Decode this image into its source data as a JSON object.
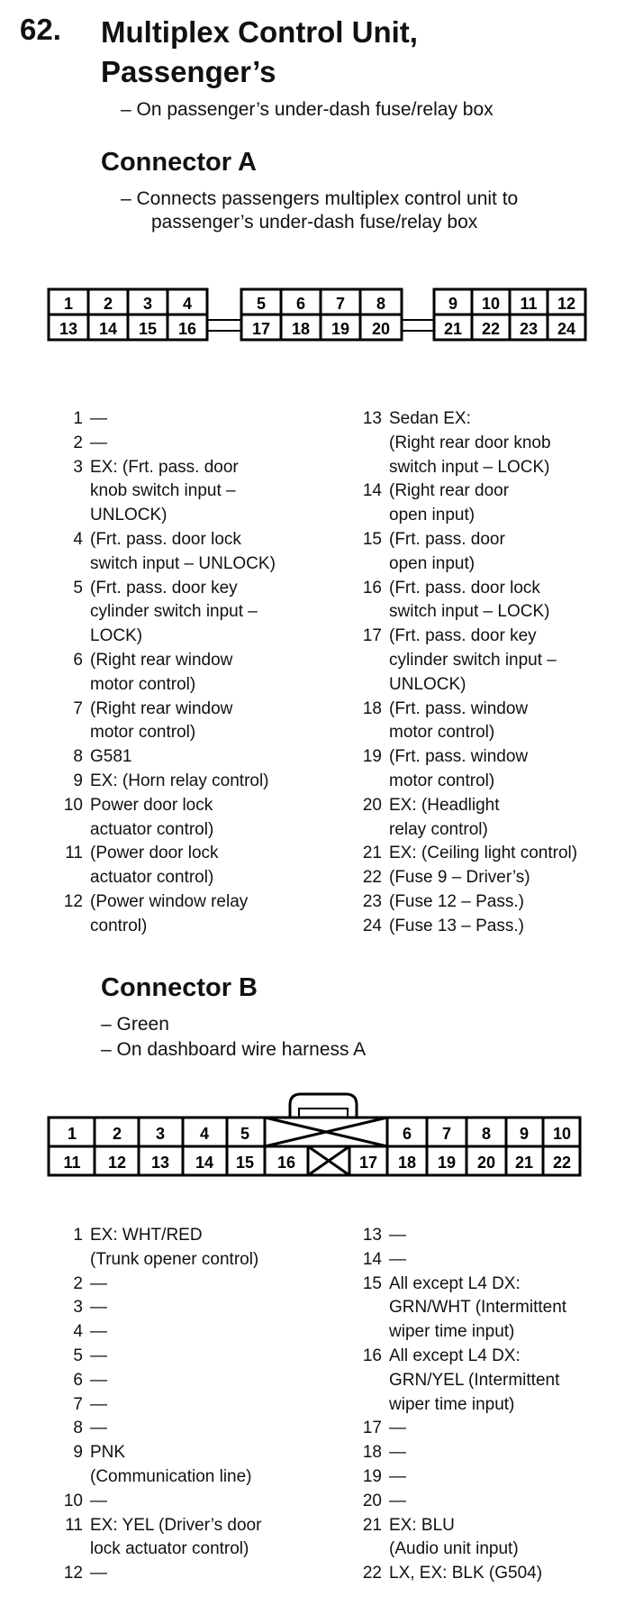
{
  "header": {
    "number": "62.",
    "title_line1": "Multiplex Control Unit,",
    "title_line2": "Passenger’s",
    "location": "– On passenger’s under-dash fuse/relay box"
  },
  "connector_a": {
    "heading": "Connector A",
    "desc_line1": "– Connects passengers multiplex control unit to",
    "desc_line2": "passenger’s under-dash fuse/relay box",
    "pins_left": [
      {
        "n": "1",
        "t": "—"
      },
      {
        "n": "2",
        "t": "—"
      },
      {
        "n": "3",
        "t": "EX: (Frt. pass. door\nknob switch input –\nUNLOCK)"
      },
      {
        "n": "4",
        "t": "(Frt. pass. door lock\nswitch input – UNLOCK)"
      },
      {
        "n": "5",
        "t": "(Frt. pass. door key\ncylinder switch input –\nLOCK)"
      },
      {
        "n": "6",
        "t": "(Right rear window\nmotor control)"
      },
      {
        "n": "7",
        "t": "(Right rear window\nmotor control)"
      },
      {
        "n": "8",
        "t": "G581"
      },
      {
        "n": "9",
        "t": "EX: (Horn relay control)"
      },
      {
        "n": "10",
        "t": "Power door lock\nactuator control)"
      },
      {
        "n": "11",
        "t": "(Power door lock\nactuator control)"
      },
      {
        "n": "12",
        "t": "(Power window relay\ncontrol)"
      }
    ],
    "pins_right": [
      {
        "n": "13",
        "t": "Sedan EX:\n(Right rear door knob\nswitch input – LOCK)"
      },
      {
        "n": "14",
        "t": "(Right rear door\nopen input)"
      },
      {
        "n": "15",
        "t": "(Frt. pass. door\nopen input)"
      },
      {
        "n": "16",
        "t": "(Frt. pass. door lock\nswitch input – LOCK)"
      },
      {
        "n": "17",
        "t": "(Frt. pass. door key\ncylinder switch input –\nUNLOCK)"
      },
      {
        "n": "18",
        "t": "(Frt. pass. window\nmotor control)"
      },
      {
        "n": "19",
        "t": "(Frt. pass. window\nmotor control)"
      },
      {
        "n": "20",
        "t": "EX: (Headlight\nrelay control)"
      },
      {
        "n": "21",
        "t": "EX: (Ceiling light control)"
      },
      {
        "n": "22",
        "t": "(Fuse 9 – Driver’s)"
      },
      {
        "n": "23",
        "t": "(Fuse 12 – Pass.)"
      },
      {
        "n": "24",
        "t": "(Fuse 13 – Pass.)"
      }
    ],
    "diagram_labels": {
      "p1": "1",
      "p2": "2",
      "p3": "3",
      "p4": "4",
      "p5": "5",
      "p6": "6",
      "p7": "7",
      "p8": "8",
      "p9": "9",
      "p10": "10",
      "p11": "11",
      "p12": "12",
      "p13": "13",
      "p14": "14",
      "p15": "15",
      "p16": "16",
      "p17": "17",
      "p18": "18",
      "p19": "19",
      "p20": "20",
      "p21": "21",
      "p22": "22",
      "p23": "23",
      "p24": "24"
    }
  },
  "connector_b": {
    "heading": "Connector B",
    "desc_line1": "– Green",
    "desc_line2": "– On dashboard wire harness A",
    "pins_left": [
      {
        "n": "1",
        "t": "EX: WHT/RED\n(Trunk opener control)"
      },
      {
        "n": "2",
        "t": "—"
      },
      {
        "n": "3",
        "t": "—"
      },
      {
        "n": "4",
        "t": "—"
      },
      {
        "n": "5",
        "t": "—"
      },
      {
        "n": "6",
        "t": "—"
      },
      {
        "n": "7",
        "t": "—"
      },
      {
        "n": "8",
        "t": "—"
      },
      {
        "n": "9",
        "t": "PNK\n(Communication line)"
      },
      {
        "n": "10",
        "t": "—"
      },
      {
        "n": "11",
        "t": "EX: YEL (Driver’s door\nlock actuator control)"
      },
      {
        "n": "12",
        "t": "—"
      }
    ],
    "pins_right": [
      {
        "n": "13",
        "t": "—"
      },
      {
        "n": "14",
        "t": "—"
      },
      {
        "n": "15",
        "t": "All except L4 DX:\nGRN/WHT (Intermittent\nwiper time input)"
      },
      {
        "n": "16",
        "t": "All except L4 DX:\nGRN/YEL (Intermittent\nwiper time input)"
      },
      {
        "n": "17",
        "t": "—"
      },
      {
        "n": "18",
        "t": "—"
      },
      {
        "n": "19",
        "t": "—"
      },
      {
        "n": "20",
        "t": "—"
      },
      {
        "n": "21",
        "t": "EX: BLU\n(Audio unit input)"
      },
      {
        "n": "22",
        "t": "LX, EX: BLK (G504)"
      }
    ],
    "diagram_labels": {
      "p1": "1",
      "p2": "2",
      "p3": "3",
      "p4": "4",
      "p5": "5",
      "p6": "6",
      "p7": "7",
      "p8": "8",
      "p9": "9",
      "p10": "10",
      "p11": "11",
      "p12": "12",
      "p13": "13",
      "p14": "14",
      "p15": "15",
      "p16": "16",
      "p17": "17",
      "p18": "18",
      "p19": "19",
      "p20": "20",
      "p21": "21",
      "p22": "22"
    }
  }
}
